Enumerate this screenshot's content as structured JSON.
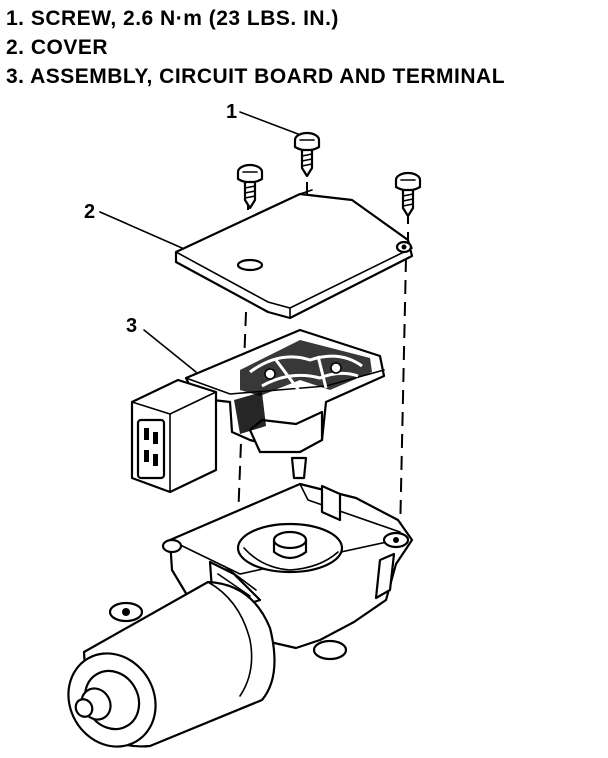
{
  "legend": [
    {
      "number": "1",
      "text": "1. SCREW, 2.6 N·m (23 LBS. IN.)"
    },
    {
      "number": "2",
      "text": "2. COVER"
    },
    {
      "number": "3",
      "text": "3. ASSEMBLY, CIRCUIT BOARD AND TERMINAL"
    }
  ],
  "callouts": {
    "screw": "1",
    "cover": "2",
    "circuit_board": "3"
  },
  "colors": {
    "ink": "#000000",
    "paper": "#ffffff"
  }
}
